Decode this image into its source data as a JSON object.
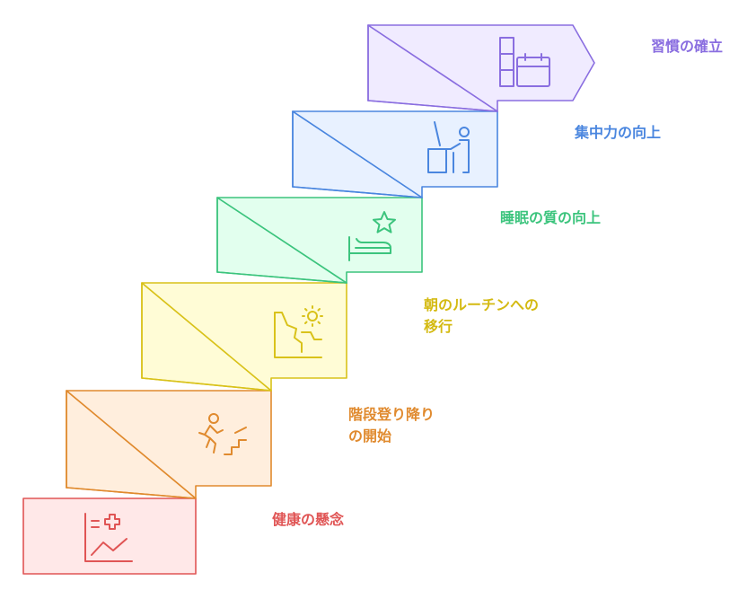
{
  "steps": [
    {
      "id": "health",
      "lines": [
        "健康の懸念"
      ],
      "icon": "health-chart-icon",
      "stroke": "#e05555",
      "fill": "#ffe8e8",
      "text_color": "#e05555"
    },
    {
      "id": "stairs",
      "lines": [
        "階段登り降り",
        "の開始"
      ],
      "icon": "stair-climber-icon",
      "stroke": "#e08a2e",
      "fill": "#ffeedd",
      "text_color": "#e08a2e"
    },
    {
      "id": "morning",
      "lines": [
        "朝のルーチンへの",
        "移行"
      ],
      "icon": "sunrise-cliff-icon",
      "stroke": "#d9c21a",
      "fill": "#fffcd6",
      "text_color": "#d4ba12"
    },
    {
      "id": "sleep",
      "lines": [
        "睡眠の質の向上"
      ],
      "icon": "bed-star-icon",
      "stroke": "#3cc47d",
      "fill": "#e2ffee",
      "text_color": "#3cc47d"
    },
    {
      "id": "focus",
      "lines": [
        "集中力の向上"
      ],
      "icon": "desk-person-icon",
      "stroke": "#4a86df",
      "fill": "#e8f1ff",
      "text_color": "#4a86df"
    },
    {
      "id": "habit",
      "lines": [
        "習慣の確立"
      ],
      "icon": "calendar-blocks-icon",
      "stroke": "#8a6ee0",
      "fill": "#f0ebff",
      "text_color": "#8a6ee0"
    }
  ]
}
